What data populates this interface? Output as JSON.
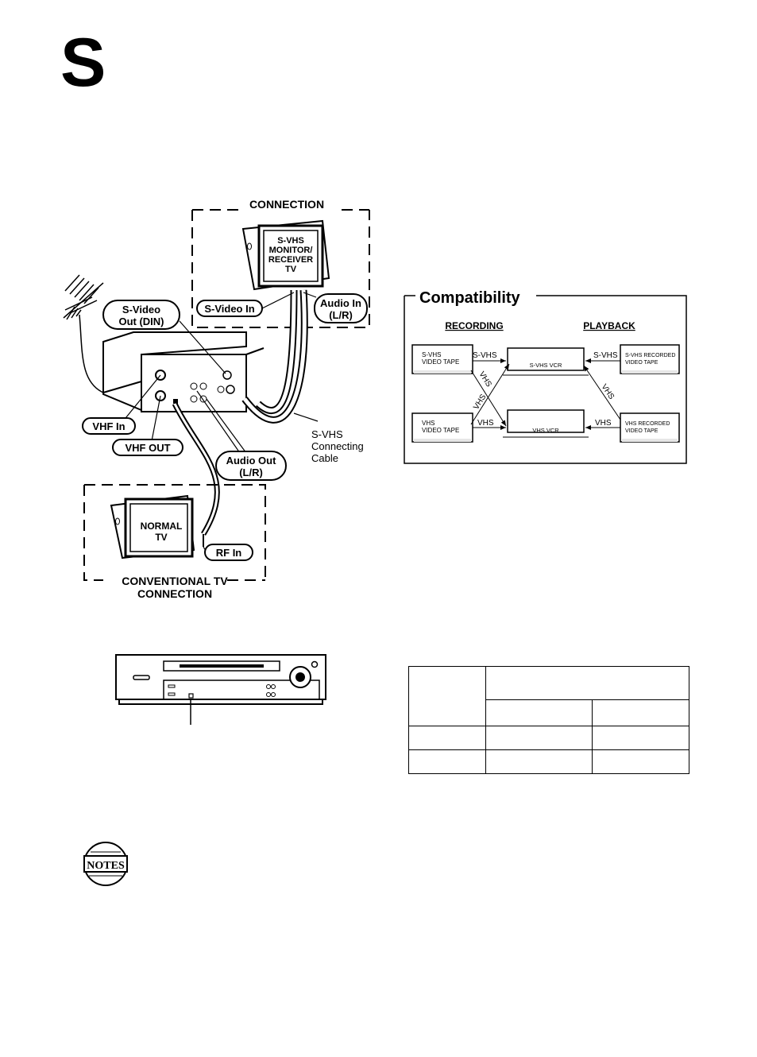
{
  "section_letter": "S",
  "connection_diagram": {
    "connection_title": "CONNECTION",
    "svhs_tv_label": [
      "S-VHS",
      "MONITOR/",
      "RECEIVER",
      "TV"
    ],
    "callouts": {
      "s_video_in": "S-Video In",
      "audio_in": [
        "Audio In",
        "(L/R)"
      ],
      "s_video_out": [
        "S-Video",
        "Out (DIN)"
      ],
      "vhf_in": "VHF In",
      "vhf_out": "VHF OUT",
      "audio_out": [
        "Audio Out",
        "(L/R)"
      ],
      "rf_in": "RF In"
    },
    "cable_label": [
      "S-VHS",
      "Connecting",
      "Cable"
    ],
    "normal_tv_label": [
      "NORMAL",
      "TV"
    ],
    "conventional_title": [
      "CONVENTIONAL TV",
      "CONNECTION"
    ]
  },
  "compatibility": {
    "title": "Compatibility",
    "recording_header": "RECORDING",
    "playback_header": "PLAYBACK",
    "tapes_left": [
      [
        "S-VHS",
        "VIDEO TAPE"
      ],
      [
        "VHS",
        "VIDEO TAPE"
      ]
    ],
    "decks": [
      "S-VHS VCR",
      "VHS VCR"
    ],
    "tapes_right": [
      [
        "S-VHS RECORDED",
        "VIDEO TAPE"
      ],
      [
        "VHS RECORDED",
        "VIDEO TAPE"
      ]
    ],
    "arrow_labels": {
      "left_top": "S-VHS",
      "left_diag_down": "VHS",
      "left_diag_up": "VHS",
      "left_bottom": "VHS",
      "right_top": "S-VHS",
      "right_diag": "VHS",
      "right_bottom": "VHS"
    }
  },
  "notes_badge": "NOTES",
  "colors": {
    "ink": "#000000",
    "paper": "#ffffff",
    "tape_shade": "#e6e6e6"
  }
}
